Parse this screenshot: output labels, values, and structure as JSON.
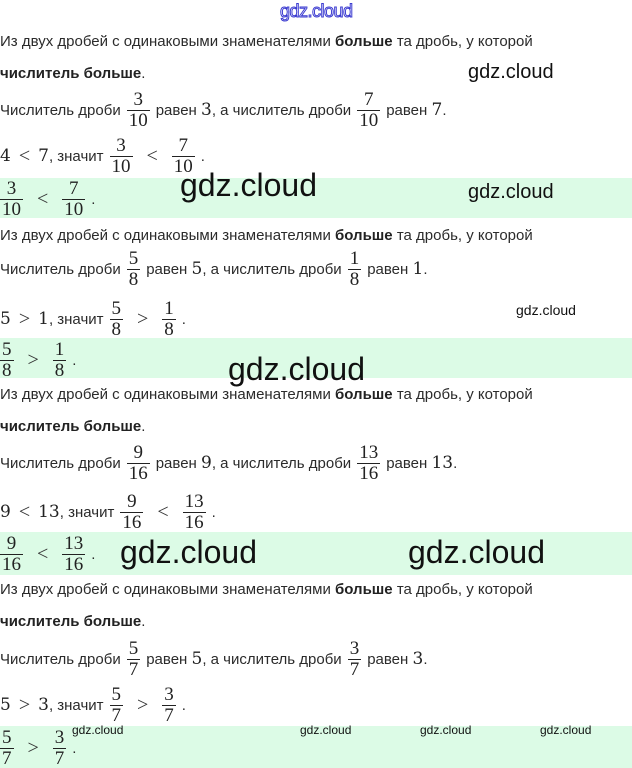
{
  "watermark": "gdz.cloud",
  "rule": {
    "line1_start": "Из двух дробей с одинаковыми знаменателями ",
    "line1_bold": "больше",
    "line1_end": " та дробь, у которой",
    "line2_bold": "числитель больше",
    "line2_end": "."
  },
  "phrases": {
    "numerator_of": "Числитель дроби",
    "equals": "равен",
    "and_numerator_of": ", а числитель дроби",
    "hence": ", значит",
    "period": "."
  },
  "sections": [
    {
      "a": {
        "n": "3",
        "d": "10"
      },
      "b": {
        "n": "7",
        "d": "10"
      },
      "na": "3",
      "nb": "7",
      "cmp_left": "4",
      "cmp_right": "7",
      "sign": "<"
    },
    {
      "a": {
        "n": "5",
        "d": "8"
      },
      "b": {
        "n": "1",
        "d": "8"
      },
      "na": "5",
      "nb": "1",
      "cmp_left": "5",
      "cmp_right": "1",
      "sign": ">"
    },
    {
      "a": {
        "n": "9",
        "d": "16"
      },
      "b": {
        "n": "13",
        "d": "16"
      },
      "na": "9",
      "nb": "13",
      "cmp_left": "9",
      "cmp_right": "13",
      "sign": "<"
    },
    {
      "a": {
        "n": "5",
        "d": "7"
      },
      "b": {
        "n": "3",
        "d": "7"
      },
      "na": "5",
      "nb": "3",
      "cmp_left": "5",
      "cmp_right": "3",
      "sign": ">"
    }
  ],
  "colors": {
    "band": "#dcfbe6",
    "text": "#2b2b2b",
    "watermark_top": "#3a3ad0"
  }
}
